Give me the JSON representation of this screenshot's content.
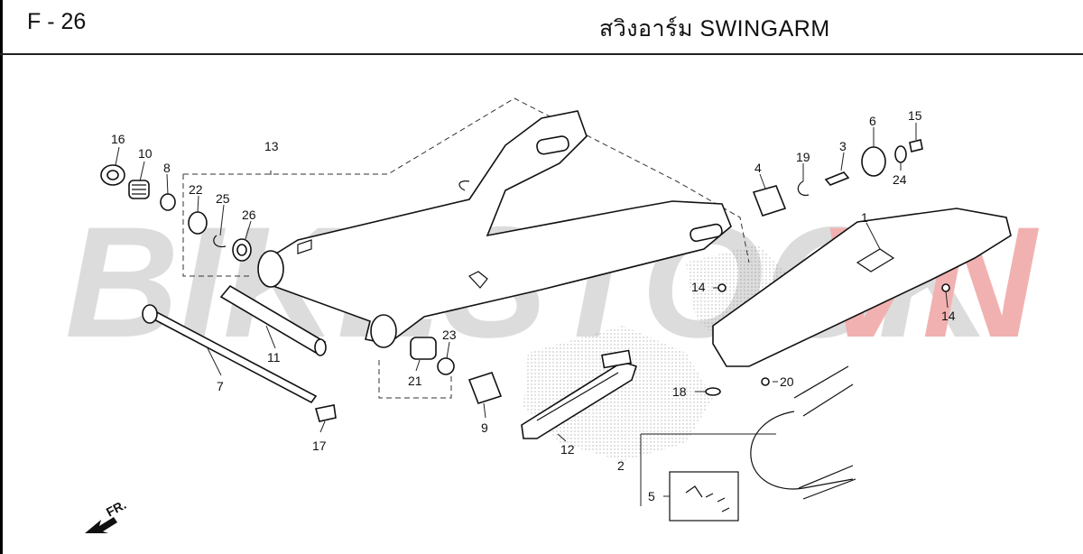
{
  "header": {
    "page_code": "F - 26",
    "title": "สวิงอาร์ม  SWINGARM"
  },
  "watermark": {
    "part_a": "BIKESTOCK",
    "part_b": "VN",
    "color_a": "#dcdcdc",
    "color_b": "#f2b1b1"
  },
  "direction_marker": {
    "label": "FR."
  },
  "callouts": {
    "c1": "1",
    "c2": "2",
    "c3": "3",
    "c4": "4",
    "c5": "5",
    "c6": "6",
    "c7": "7",
    "c8": "8",
    "c9": "9",
    "c10": "10",
    "c11": "11",
    "c12": "12",
    "c13": "13",
    "c14a": "14",
    "c14b": "14",
    "c15": "15",
    "c16": "16",
    "c17": "17",
    "c18": "18",
    "c19": "19",
    "c20": "20",
    "c21": "21",
    "c22": "22",
    "c23": "23",
    "c24": "24",
    "c25": "25",
    "c26": "26"
  }
}
